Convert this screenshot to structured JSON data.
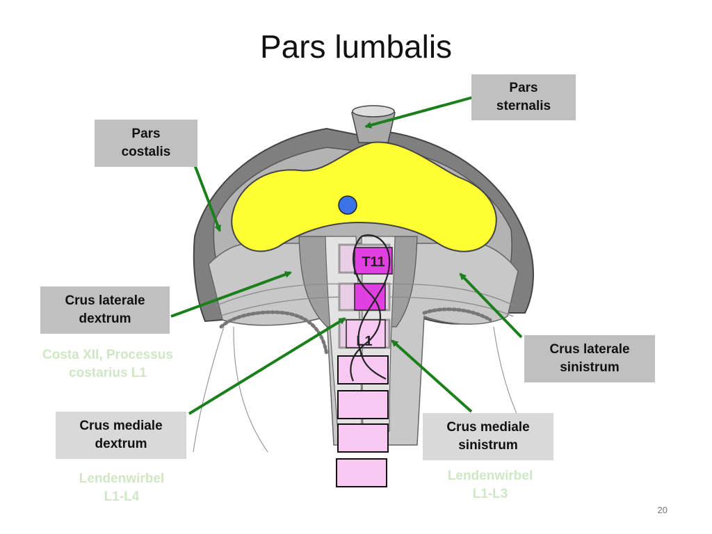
{
  "title": "Pars lumbalis",
  "labels": {
    "pars_sternalis": [
      "Pars",
      "sternalis"
    ],
    "pars_costalis": [
      "Pars",
      "costalis"
    ],
    "crus_laterale_dextrum": [
      "Crus laterale",
      "dextrum"
    ],
    "crus_laterale_sinistrum": [
      "Crus laterale",
      "sinistrum"
    ],
    "crus_mediale_dextrum": [
      "Crus mediale",
      "dextrum"
    ],
    "crus_mediale_sinistrum": [
      "Crus mediale",
      "sinistrum"
    ]
  },
  "faded_notes": {
    "costa": [
      "Costa XII, Processus",
      "costarius L1"
    ],
    "lendenwirbel_left": [
      "Lendenwirbel",
      "L1-L4"
    ],
    "lendenwirbel_right": [
      "Lendenwirbel",
      "L1-L3"
    ]
  },
  "vertebrae": {
    "t11": "T11",
    "l1": "L1"
  },
  "page_number": "20",
  "colors": {
    "central_tendon": "#ffff33",
    "costal_part": "#7f7f7f",
    "lumbar_part": "#c8c8c8",
    "vertebra_pink": "#f7c8f2",
    "vertebra_magenta": "#e040e0",
    "arrow": "#1b7f1b",
    "aorta_dot": "#3b73e8",
    "label_box": "#c0c0c0"
  }
}
